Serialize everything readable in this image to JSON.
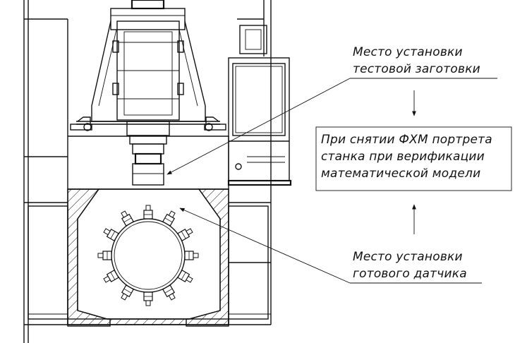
{
  "labels": {
    "test_blank_line1": "Место установки",
    "test_blank_line2": "тестовой заготовки",
    "note_line1": "При снятии ФХМ портрета",
    "note_line2": "станка при верификации",
    "note_line3": "математической модели",
    "sensor_line1": "Место установки",
    "sensor_line2": "готового датчика"
  },
  "colors": {
    "ink": "#111111",
    "background": "#ffffff"
  }
}
